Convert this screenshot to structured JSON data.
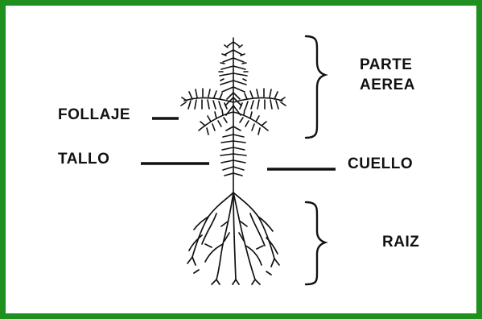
{
  "frame": {
    "border_color": "#1f8f1f"
  },
  "labels": {
    "parte_line1": "PARTE",
    "parte_line2": "AEREA",
    "follaje": "FOLLAJE",
    "tallo": "TALLO",
    "cuello": "CUELLO",
    "raiz": "RAIZ"
  },
  "icons": {
    "plant": "seedling-plant-icon",
    "brace_top": "curly-brace-icon",
    "brace_bottom": "curly-brace-icon"
  }
}
